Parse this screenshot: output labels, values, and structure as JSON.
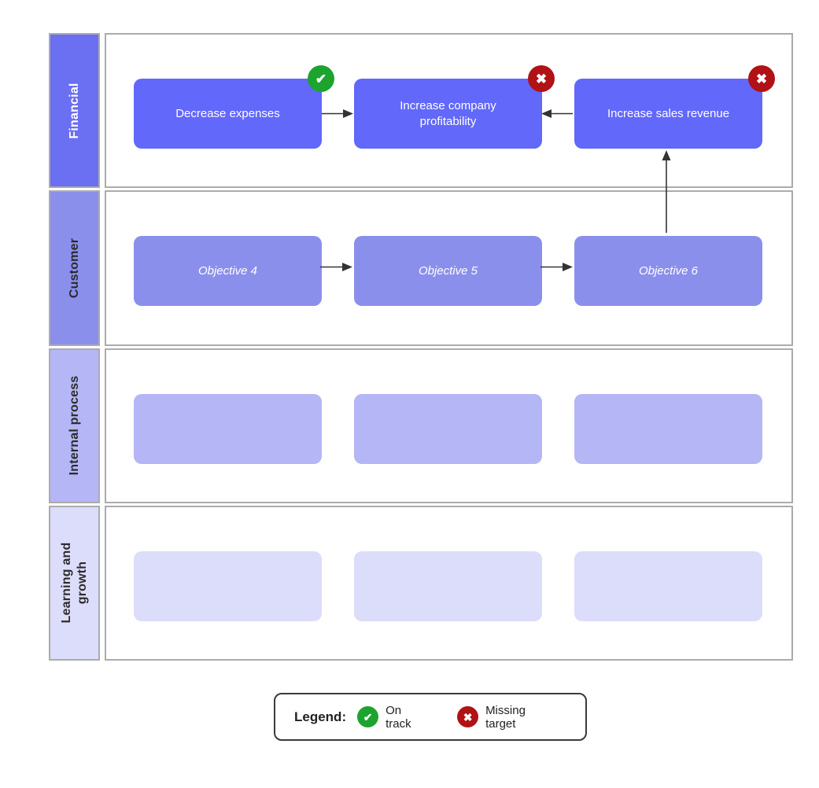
{
  "diagram": {
    "rows": [
      {
        "label": "Financial",
        "band_color": "#6B6FF2",
        "box_color": "#6268FA",
        "boxes": [
          {
            "text": "Decrease expenses",
            "status": "on-track"
          },
          {
            "text": "Increase company profitability",
            "status": "missing-target"
          },
          {
            "text": "Increase sales revenue",
            "status": "missing-target"
          }
        ]
      },
      {
        "label": "Customer",
        "band_color": "#8B8FEC",
        "box_color": "#8B8FEC",
        "boxes": [
          {
            "text": "Objective 4",
            "status": ""
          },
          {
            "text": "Objective 5",
            "status": ""
          },
          {
            "text": "Objective 6",
            "status": ""
          }
        ]
      },
      {
        "label": "Internal process",
        "band_color": "#B4B6F6",
        "box_color": "#B4B6F6",
        "boxes": [
          {
            "text": "",
            "status": ""
          },
          {
            "text": "",
            "status": ""
          },
          {
            "text": "",
            "status": ""
          }
        ]
      },
      {
        "label": "Learning and growth",
        "band_color": "#DCDDFA",
        "box_color": "#DCDDFA",
        "boxes": [
          {
            "text": "",
            "status": ""
          },
          {
            "text": "",
            "status": ""
          },
          {
            "text": "",
            "status": ""
          }
        ]
      }
    ],
    "arrows": [
      {
        "from": "Decrease expenses",
        "to": "Increase company profitability",
        "direction": "right"
      },
      {
        "from": "Increase sales revenue",
        "to": "Increase company profitability",
        "direction": "left"
      },
      {
        "from": "Objective 4",
        "to": "Objective 5",
        "direction": "right"
      },
      {
        "from": "Objective 5",
        "to": "Objective 6",
        "direction": "right"
      },
      {
        "from": "Objective 6",
        "to": "Increase sales revenue",
        "direction": "up"
      }
    ]
  },
  "legend": {
    "title": "Legend:",
    "items": [
      {
        "status": "on-track",
        "label": "On track"
      },
      {
        "status": "missing-target",
        "label": "Missing target"
      }
    ]
  },
  "icons": {
    "check": "✔",
    "cross": "✖"
  },
  "colors": {
    "on_track_green": "#1CA42E",
    "missing_target_red": "#B01215",
    "grid_border": "#ABABAB",
    "arrow": "#333333",
    "tier_financial": "#6B6FF2",
    "tier_customer": "#8B8FEC",
    "tier_internal_process": "#B4B6F6",
    "tier_learning_growth": "#DCDDFA"
  }
}
